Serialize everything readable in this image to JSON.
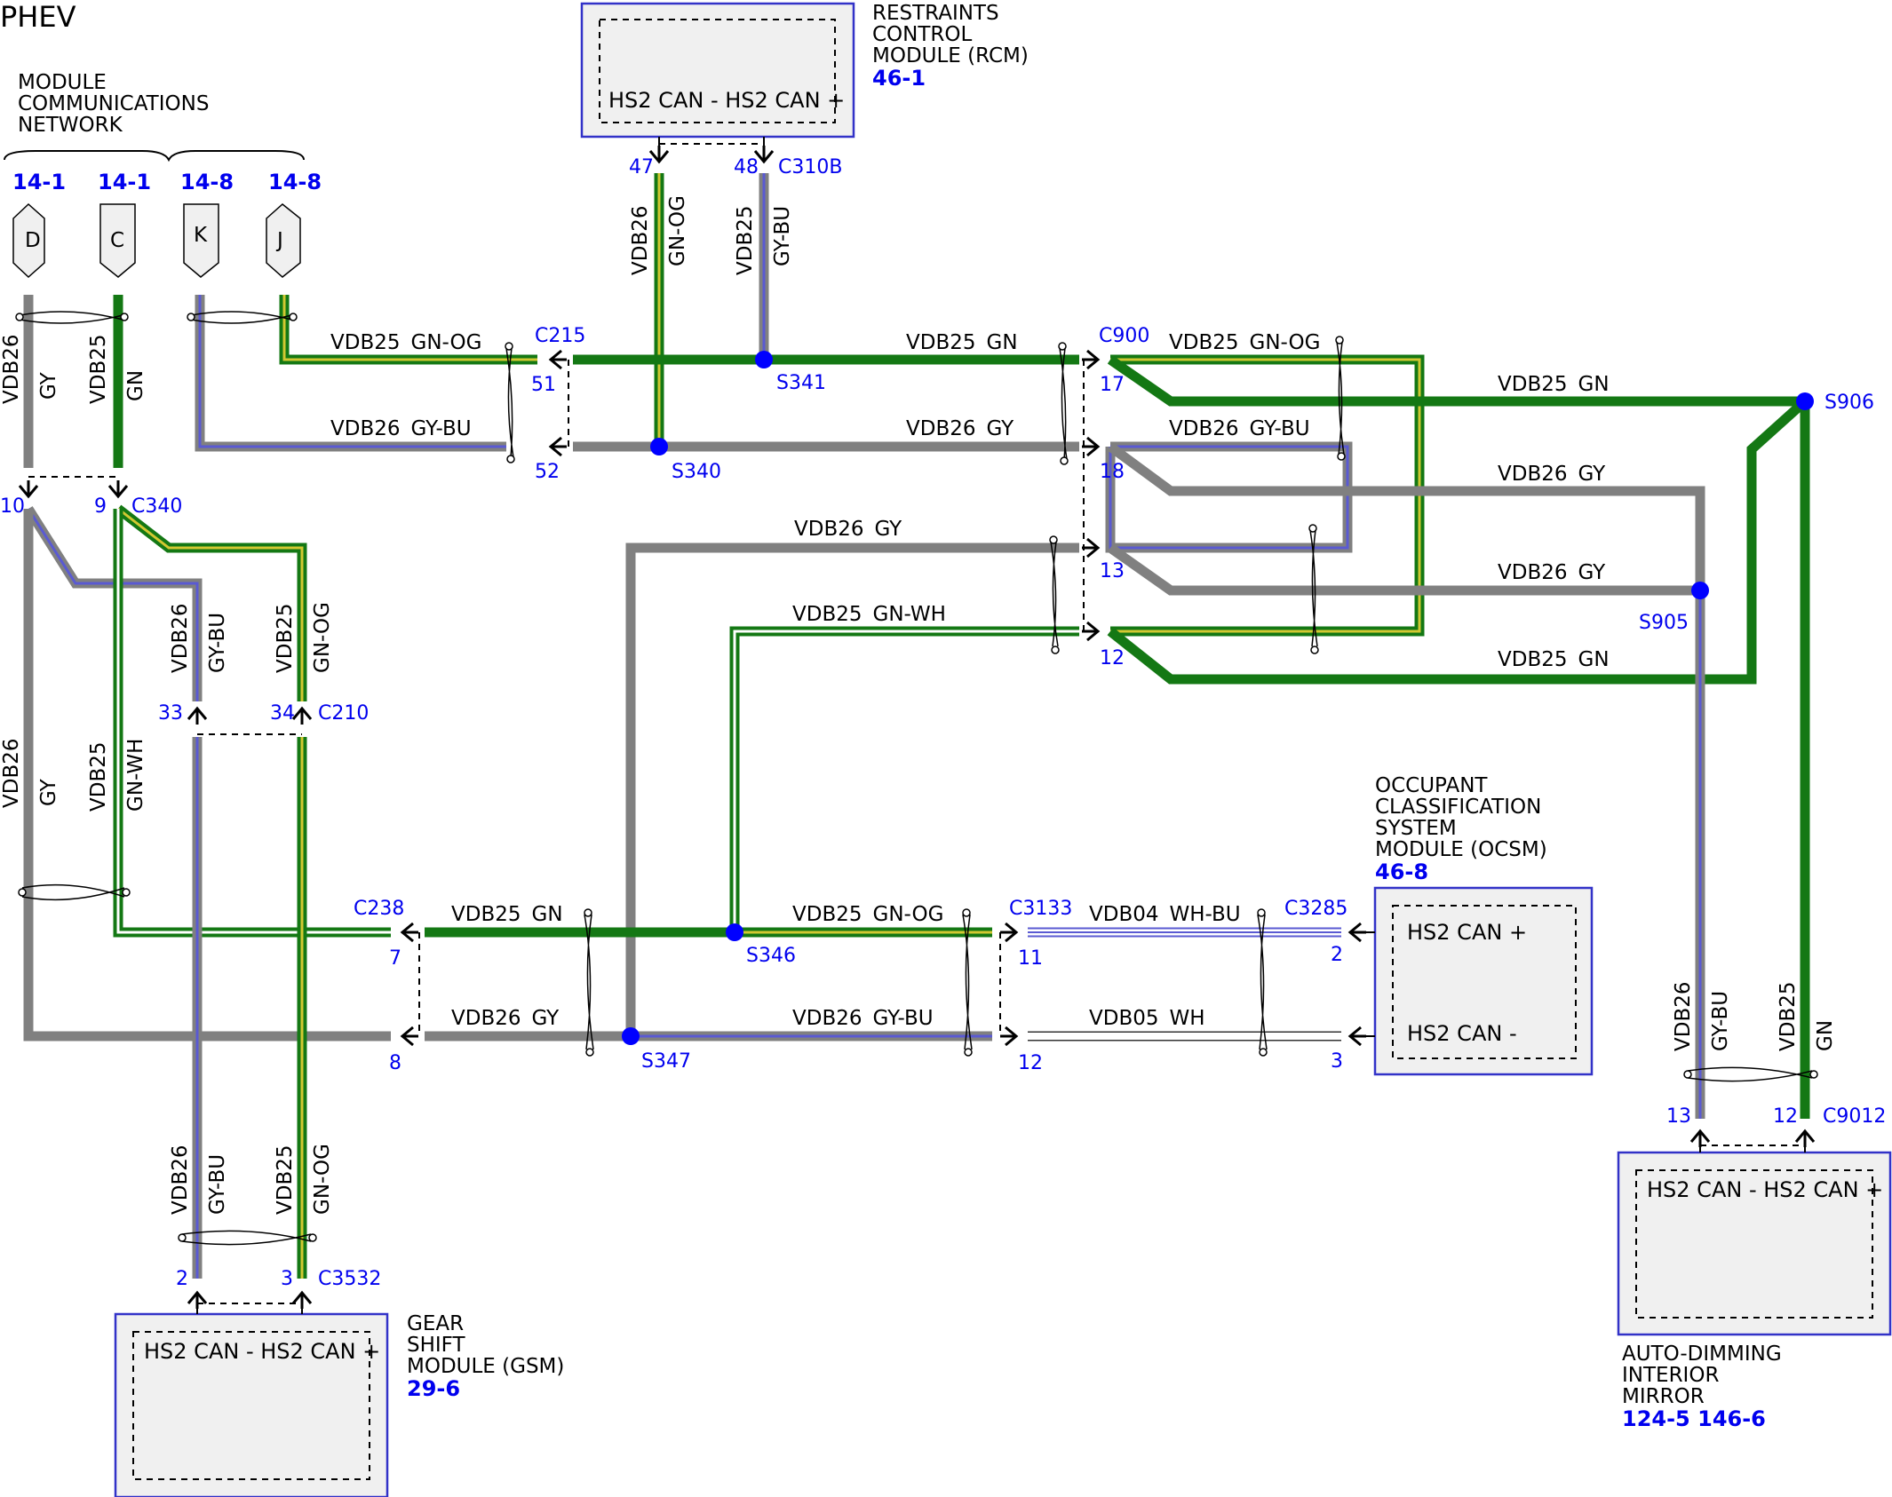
{
  "title": "PHEV",
  "network": {
    "label": [
      "MODULE",
      "COMMUNICATIONS",
      "NETWORK"
    ],
    "refs": [
      "14-1",
      "14-1",
      "14-8",
      "14-8"
    ],
    "letters": [
      "D",
      "C",
      "K",
      "J"
    ]
  },
  "colors": {
    "gy": "#808080",
    "green": "#147814",
    "og_stripe": "#d2c832",
    "blue_stripe": "#5a5ad2",
    "splice": "#0000ff",
    "box_border": "#3232c8",
    "box_fill": "#f0f0f0",
    "link_text": "#0000ee"
  },
  "modules": {
    "rcm": {
      "name": [
        "RESTRAINTS",
        "CONTROL",
        "MODULE (RCM)"
      ],
      "ref": "46-1",
      "pins": "HS2 CAN - HS2 CAN +"
    },
    "ocsm": {
      "name": [
        "OCCUPANT",
        "CLASSIFICATION",
        "SYSTEM",
        "MODULE (OCSM)"
      ],
      "ref": "46-8",
      "pin_plus": "HS2 CAN +",
      "pin_minus": "HS2 CAN -"
    },
    "gsm": {
      "name": [
        "GEAR",
        "SHIFT",
        "MODULE (GSM)"
      ],
      "ref": "29-6",
      "pins": "HS2 CAN - HS2 CAN +"
    },
    "mirror": {
      "name": [
        "AUTO-DIMMING",
        "INTERIOR",
        "MIRROR"
      ],
      "ref": "124-5 146-6",
      "pins": "HS2 CAN - HS2 CAN +"
    }
  },
  "connectors": {
    "c215": "C215",
    "c900": "C900",
    "c340": "C340",
    "c310b": "C310B",
    "c210": "C210",
    "c238": "C238",
    "c3133": "C3133",
    "c3285": "C3285",
    "c3532": "C3532",
    "c9012": "C9012"
  },
  "splices": {
    "s341": "S341",
    "s340": "S340",
    "s906": "S906",
    "s905": "S905",
    "s346": "S346",
    "s347": "S347"
  },
  "pins": {
    "p47": "47",
    "p48": "48",
    "p51": "51",
    "p52": "52",
    "p17": "17",
    "p18": "18",
    "p13": "13",
    "p12": "12",
    "p10": "10",
    "p9": "9",
    "p33": "33",
    "p34": "34",
    "p7": "7",
    "p8": "8",
    "p11": "11",
    "p12b": "12",
    "p2": "2",
    "p3": "3",
    "p2g": "2",
    "p3g": "3",
    "p13m": "13",
    "p12m": "12"
  },
  "wires": {
    "vdb25": "VDB25",
    "vdb26": "VDB26",
    "vdb04": "VDB04",
    "vdb05": "VDB05",
    "gn": "GN",
    "gy": "GY",
    "gn_og": "GN-OG",
    "gy_bu": "GY-BU",
    "gn_wh": "GN-WH",
    "wh_bu": "WH-BU",
    "wh": "WH"
  }
}
